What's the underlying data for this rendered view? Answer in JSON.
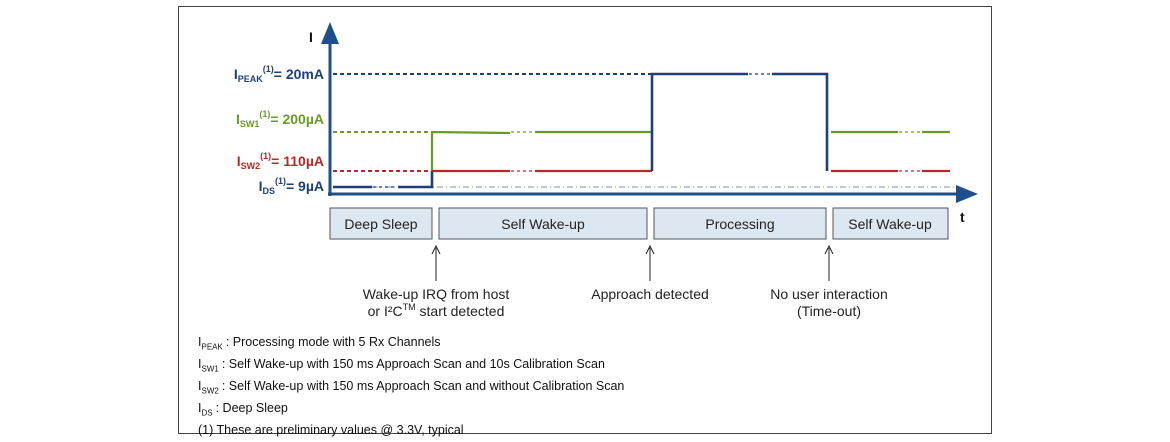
{
  "axes": {
    "y_label": "I",
    "x_label": "t"
  },
  "levels": [
    {
      "id": "peak",
      "base": "I",
      "sub": "PEAK",
      "sup": "(1)",
      "value": "= 20mA",
      "color": "#1f3f7a"
    },
    {
      "id": "sw1",
      "base": "I",
      "sub": "SW1",
      "sup": "(1)",
      "value": "= 200µA",
      "color": "#6a9a2a"
    },
    {
      "id": "sw2",
      "base": "I",
      "sub": "SW2",
      "sup": "(1)",
      "value": "= 110µA",
      "color": "#b22a2a"
    },
    {
      "id": "ds",
      "base": "I",
      "sub": "DS",
      "sup": "(1)",
      "value": "= 9µA",
      "color": "#1f3f7a"
    }
  ],
  "phases": [
    "Deep Sleep",
    "Self Wake-up",
    "Processing",
    "Self Wake-up"
  ],
  "events": [
    {
      "line1": "Wake-up IRQ from host",
      "line2_prefix": "or I²C",
      "line2_sup": "TM",
      "line2_suffix": " start detected"
    },
    {
      "line1": "Approach detected"
    },
    {
      "line1": "No user interaction",
      "line2": "(Time-out)"
    }
  ],
  "legend": [
    {
      "sym": "I",
      "sub": "PEAK",
      "text": ": Processing mode with 5 Rx Channels"
    },
    {
      "sym": "I",
      "sub": "SW1",
      "text": ":  Self Wake-up with 150 ms Approach Scan and 10s Calibration Scan"
    },
    {
      "sym": "I",
      "sub": "SW2",
      "text": ":  Self Wake-up with 150 ms Approach Scan and without Calibration Scan"
    },
    {
      "sym": "I",
      "sub": "DS",
      "text": ":    Deep Sleep"
    }
  ],
  "footnote": "(1) These are preliminary values @ 3.3V, typical",
  "colors": {
    "axis": "#1f4f8a",
    "blue": "#1f3f7a",
    "green": "#6a9a2a",
    "red": "#b22a2a",
    "box_fill": "#dde7f2",
    "box_stroke": "#555555"
  }
}
